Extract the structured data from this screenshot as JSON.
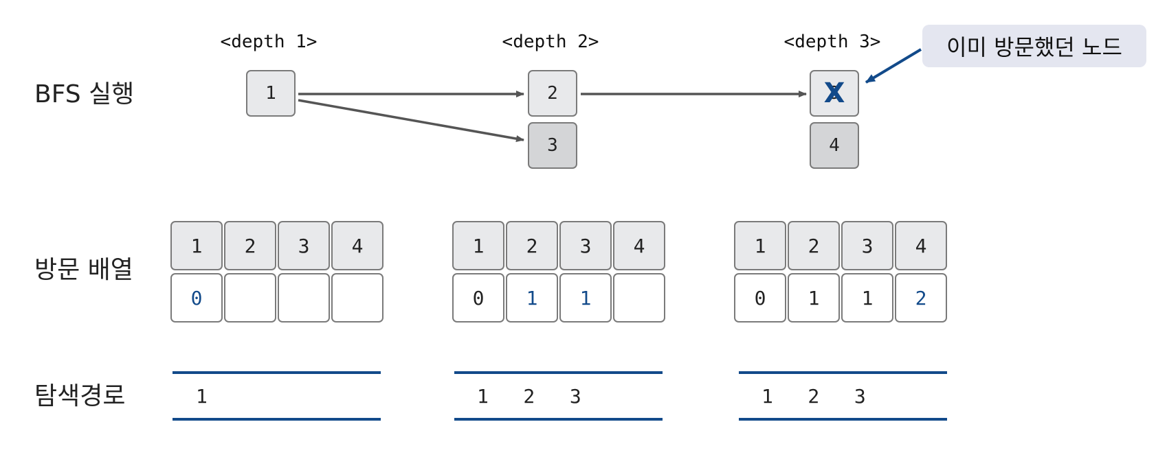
{
  "rows": {
    "bfs_label": "BFS 실행",
    "visited_label": "방문 배열",
    "path_label": "탐색경로"
  },
  "depths": [
    "<depth 1>",
    "<depth 2>",
    "<depth 3>"
  ],
  "graph_nodes": {
    "d1_a": "1",
    "d2_a": "2",
    "d2_b": "3",
    "d3_a": "3",
    "d3_b": "4"
  },
  "already_visited_mark": "X",
  "callout": "이미 방문했던 노드",
  "visited_arrays": [
    {
      "headers": [
        "1",
        "2",
        "3",
        "4"
      ],
      "values": [
        "0",
        "",
        "",
        ""
      ]
    },
    {
      "headers": [
        "1",
        "2",
        "3",
        "4"
      ],
      "values": [
        "0",
        "1",
        "1",
        ""
      ]
    },
    {
      "headers": [
        "1",
        "2",
        "3",
        "4"
      ],
      "values": [
        "0",
        "1",
        "1",
        "2"
      ]
    }
  ],
  "paths": [
    "1",
    "1   2   3",
    "1   2   3"
  ],
  "colors": {
    "accent": "#124a8a",
    "node_fill_light": "#e8e9eb",
    "node_fill_dark": "#d4d5d7",
    "arrow": "#555555",
    "callout_fill": "#e4e6f0"
  }
}
